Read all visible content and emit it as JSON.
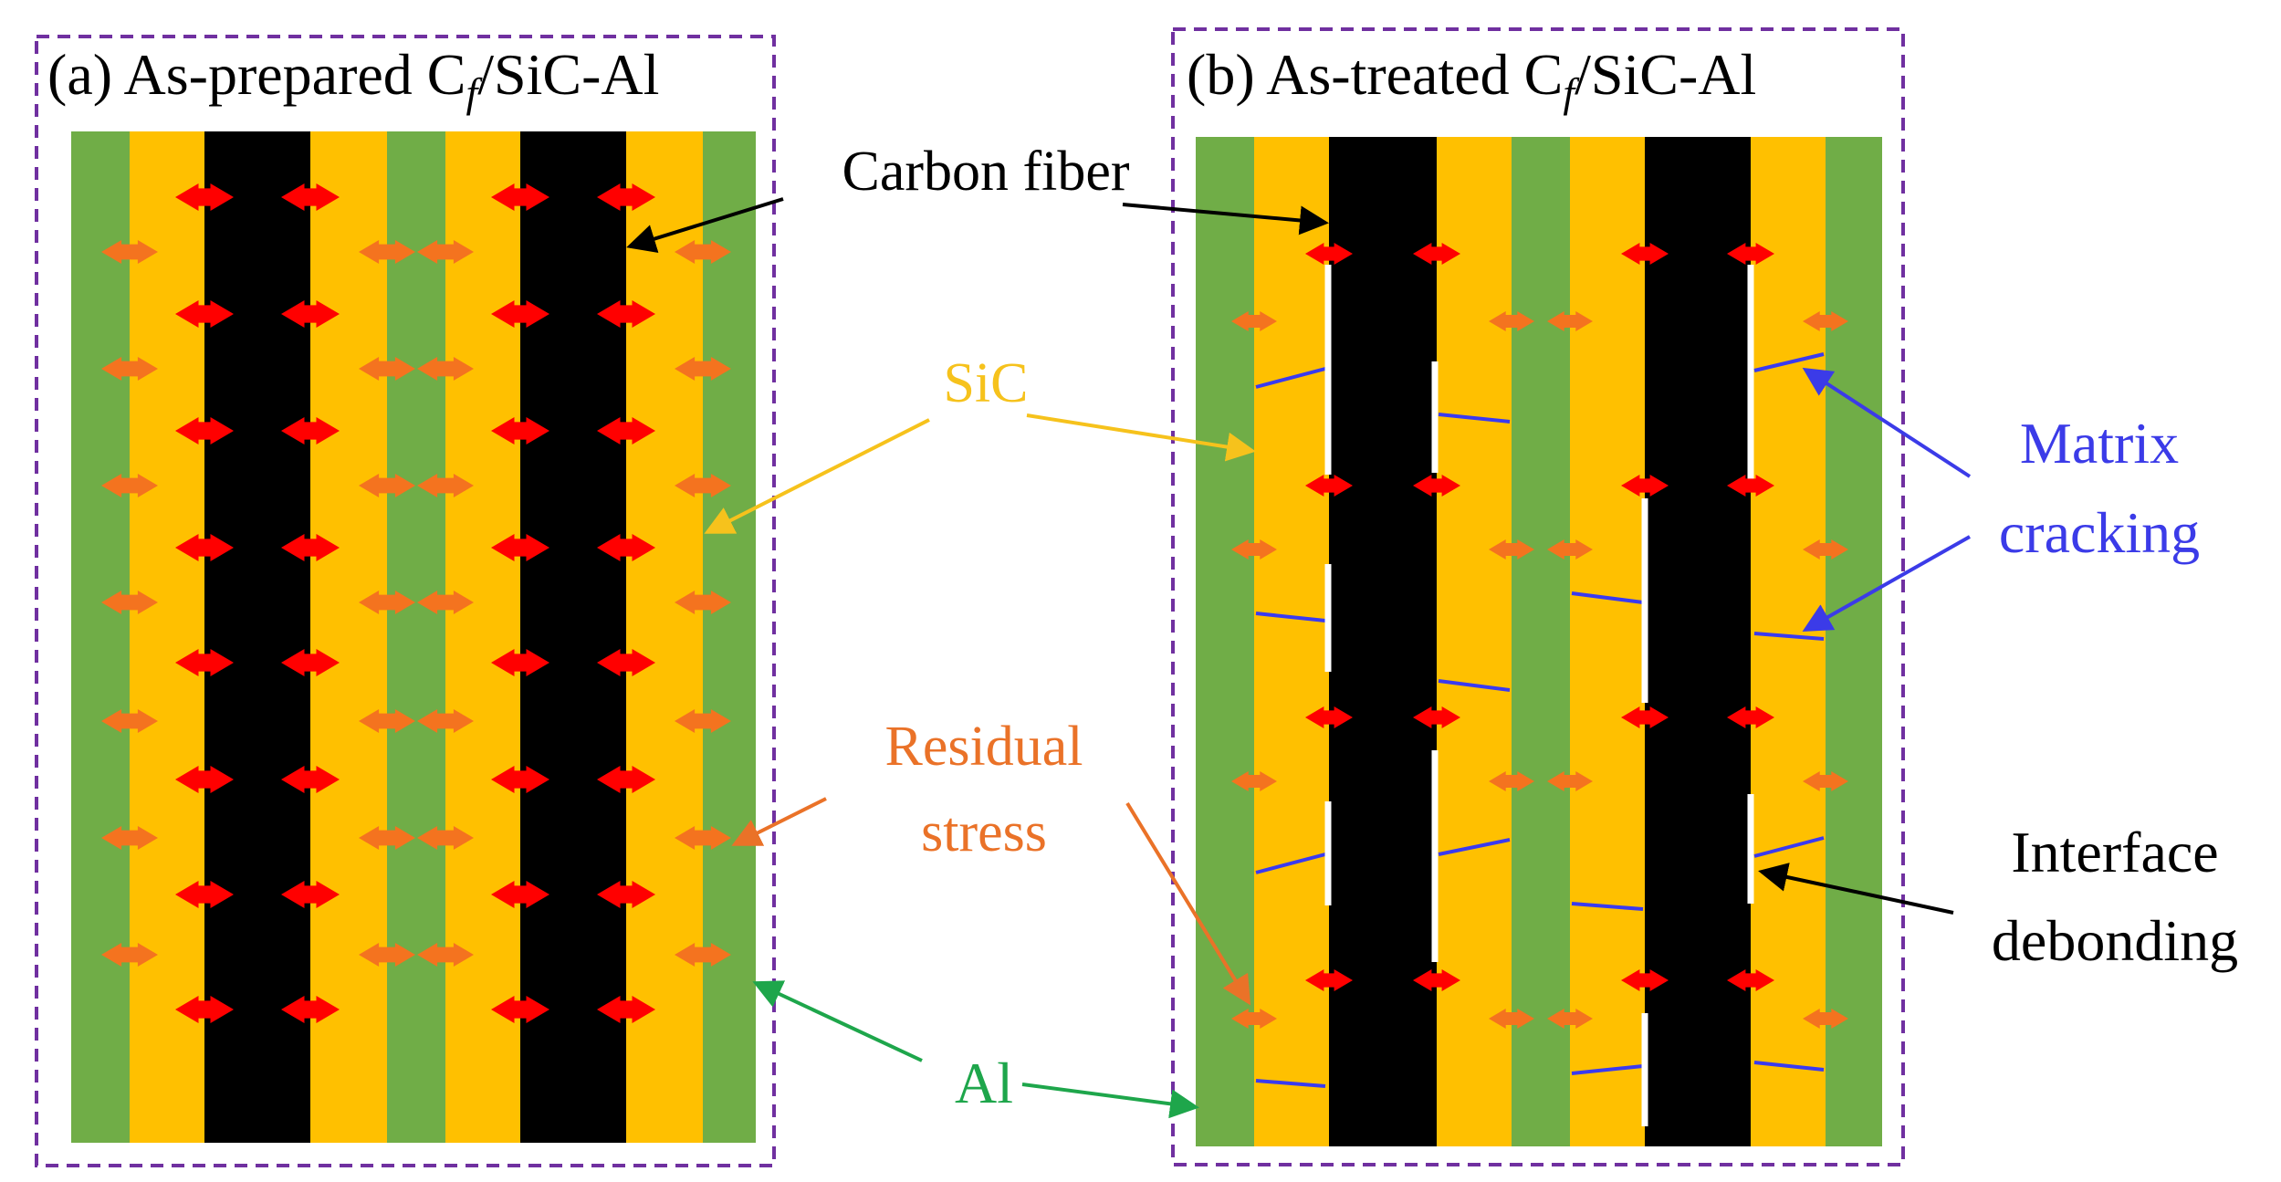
{
  "panels": {
    "a": {
      "title_prefix": "(a) As-prepared C",
      "title_subscript": "f",
      "title_suffix": "/SiC-Al"
    },
    "b": {
      "title_prefix": "(b) As-treated C",
      "title_subscript": "f",
      "title_suffix": "/SiC-Al"
    }
  },
  "labels": {
    "carbon_fiber": "Carbon fiber",
    "sic": "SiC",
    "residual_stress_line1": "Residual",
    "residual_stress_line2": "stress",
    "al": "Al",
    "matrix_cracking_line1": "Matrix",
    "matrix_cracking_line2": "cracking",
    "interface_debonding_line1": "Interface",
    "interface_debonding_line2": "debonding"
  },
  "colors": {
    "al": "#70ad47",
    "sic": "#ffc000",
    "fiber": "#000000",
    "fiber_stress_arrow": "#ff0000",
    "matrix_stress_arrow": "#f4731f",
    "matrix_crack": "#3a3af0",
    "debond_gap": "#ffffff",
    "panel_border": "#7030a0",
    "label_carbon": "#000000",
    "label_sic": "#f6c21c",
    "label_residual": "#ea7228",
    "label_al": "#1ea64b",
    "label_matrix": "#3b3be8",
    "label_interface": "#000000"
  }
}
